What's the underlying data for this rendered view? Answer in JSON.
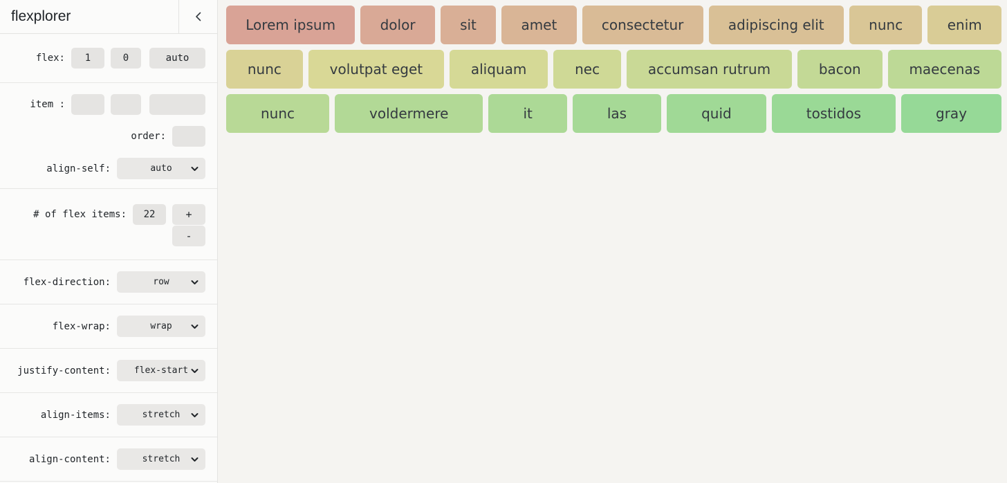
{
  "app": {
    "title": "flexplorer"
  },
  "sidebar": {
    "flex": {
      "label": "flex:",
      "grow": "1",
      "shrink": "0",
      "basis": "auto"
    },
    "item": {
      "label": "item :",
      "grow": "",
      "shrink": "",
      "basis": ""
    },
    "order": {
      "label": "order:",
      "value": ""
    },
    "align_self": {
      "label": "align-self:",
      "value": "auto"
    },
    "count": {
      "label": "# of flex items:",
      "value": "22",
      "increment_label": "+",
      "decrement_label": "-"
    },
    "flex_direction": {
      "label": "flex-direction:",
      "value": "row"
    },
    "flex_wrap": {
      "label": "flex-wrap:",
      "value": "wrap"
    },
    "justify_content": {
      "label": "justify-content:",
      "value": "flex-start"
    },
    "align_items": {
      "label": "align-items:",
      "value": "stretch"
    },
    "align_content": {
      "label": "align-content:",
      "value": "stretch"
    }
  },
  "theme": {
    "sidebar_bg": "#fbfbfa",
    "stage_bg": "#f5f4f1",
    "control_bg": "#e5e4e2",
    "item_text": "#343a40",
    "border": "#e3e3e1"
  },
  "icons": {
    "collapse": "chevron-left-icon",
    "select": "chevron-down-icon"
  },
  "main": {
    "rows": [
      [
        {
          "label": "Lorem ipsum",
          "color": "#D9A396"
        },
        {
          "label": "dolor",
          "color": "#D9A996"
        },
        {
          "label": "sit",
          "color": "#D9AF96"
        },
        {
          "label": "amet",
          "color": "#D9B596"
        },
        {
          "label": "consectetur",
          "color": "#D9BB96"
        },
        {
          "label": "adipiscing elit",
          "color": "#D9C096"
        },
        {
          "label": "nunc",
          "color": "#D9C696"
        },
        {
          "label": "enim",
          "color": "#D9CC96"
        }
      ],
      [
        {
          "label": "nunc",
          "color": "#D9D296"
        },
        {
          "label": "volutpat eget",
          "color": "#D9D896"
        },
        {
          "label": "aliquam",
          "color": "#D5D996"
        },
        {
          "label": "nec",
          "color": "#CFD996"
        },
        {
          "label": "accumsan rutrum",
          "color": "#C9D996"
        },
        {
          "label": "bacon",
          "color": "#C3D996"
        },
        {
          "label": "maecenas",
          "color": "#BDD996"
        }
      ],
      [
        {
          "label": "nunc",
          "color": "#B8D996"
        },
        {
          "label": "voldermere",
          "color": "#B2D996"
        },
        {
          "label": "it",
          "color": "#ACD996"
        },
        {
          "label": "las",
          "color": "#A6D996"
        },
        {
          "label": "quid",
          "color": "#A0D996"
        },
        {
          "label": "tostidos",
          "color": "#9AD996"
        },
        {
          "label": "gray",
          "color": "#96D997"
        }
      ]
    ]
  }
}
